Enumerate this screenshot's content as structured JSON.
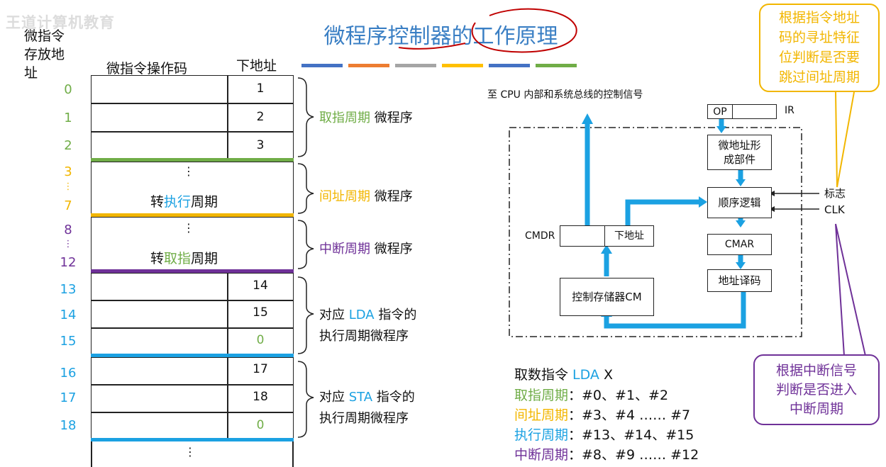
{
  "watermark": "王道计算机教育",
  "title": "微程序控制器的工作原理",
  "color_bars": [
    "#4472c4",
    "#ed7d31",
    "#a5a5a5",
    "#ffc000",
    "#4472c4",
    "#70ad47"
  ],
  "table": {
    "addr_header_lines": [
      "微指令",
      "存放地",
      "址"
    ],
    "op_header": "微指令操作码",
    "next_header": "下地址",
    "addresses": [
      {
        "label": "0",
        "color": "#70ad47"
      },
      {
        "label": "1",
        "color": "#70ad47"
      },
      {
        "label": "2",
        "color": "#70ad47"
      },
      {
        "label": "3",
        "color": "#f2b600"
      },
      {
        "label": "⋮",
        "color": "#f2b600"
      },
      {
        "label": "7",
        "color": "#f2b600"
      },
      {
        "label": "8",
        "color": "#6f3198"
      },
      {
        "label": "⋮",
        "color": "#6f3198"
      },
      {
        "label": "12",
        "color": "#6f3198"
      },
      {
        "label": "13",
        "color": "#1ba1e2"
      },
      {
        "label": "14",
        "color": "#1ba1e2"
      },
      {
        "label": "15",
        "color": "#1ba1e2"
      },
      {
        "label": "16",
        "color": "#1ba1e2"
      },
      {
        "label": "17",
        "color": "#1ba1e2"
      },
      {
        "label": "18",
        "color": "#1ba1e2"
      }
    ],
    "next_values": [
      "1",
      "2",
      "3",
      "14",
      "15",
      "0",
      "17",
      "18",
      "0"
    ],
    "dots": "⋮",
    "indirect_text": {
      "pre": "转",
      "hl": "执行",
      "post": "周期"
    },
    "interrupt_text": {
      "pre": "转",
      "hl": "取指",
      "post": "周期"
    }
  },
  "brace_labels": [
    {
      "hl": "取指周期",
      "rest": " 微程序",
      "color": "#70ad47"
    },
    {
      "hl": "间址周期",
      "rest": " 微程序",
      "color": "#f2b600"
    },
    {
      "hl": "中断周期",
      "rest": " 微程序",
      "color": "#6f3198"
    }
  ],
  "lda_label": {
    "pre": "对应 ",
    "hl": "LDA",
    "post": " 指令的",
    "line2": "执行周期微程序"
  },
  "sta_label": {
    "pre": "对应 ",
    "hl": "STA",
    "post": " 指令的",
    "line2": "执行周期微程序"
  },
  "diagram": {
    "cpu_signal": "至 CPU 内部和系统总线的控制信号",
    "ir_op": "OP",
    "ir": "IR",
    "addr_unit": "微地址形成部件",
    "seq_logic": "顺序逻辑",
    "flag": "标志",
    "clk": "CLK",
    "cmdr": "CMDR",
    "next_addr": "下地址",
    "cmar": "CMAR",
    "decoder": "地址译码",
    "cm": "控制存储器CM"
  },
  "bubble_yellow": [
    "根据指令地址",
    "码的寻址特征",
    "位判断是否要",
    "跳过间址周期"
  ],
  "bubble_purple": [
    "根据中断信号",
    "判断是否进入",
    "中断周期"
  ],
  "lda_list": {
    "head_pre": "取数指令 ",
    "head_hl": "LDA",
    "head_post": " X",
    "rows": [
      {
        "label": "取指周期",
        "val": "：#0、#1、#2",
        "color": "#70ad47"
      },
      {
        "label": "间址周期",
        "val": "：#3、#4 …… #7",
        "color": "#f2b600"
      },
      {
        "label": "执行周期",
        "val": "：#13、#14、#15",
        "color": "#1ba1e2"
      },
      {
        "label": "中断周期",
        "val": "：#8、#9 …… #12",
        "color": "#6f3198"
      }
    ]
  }
}
